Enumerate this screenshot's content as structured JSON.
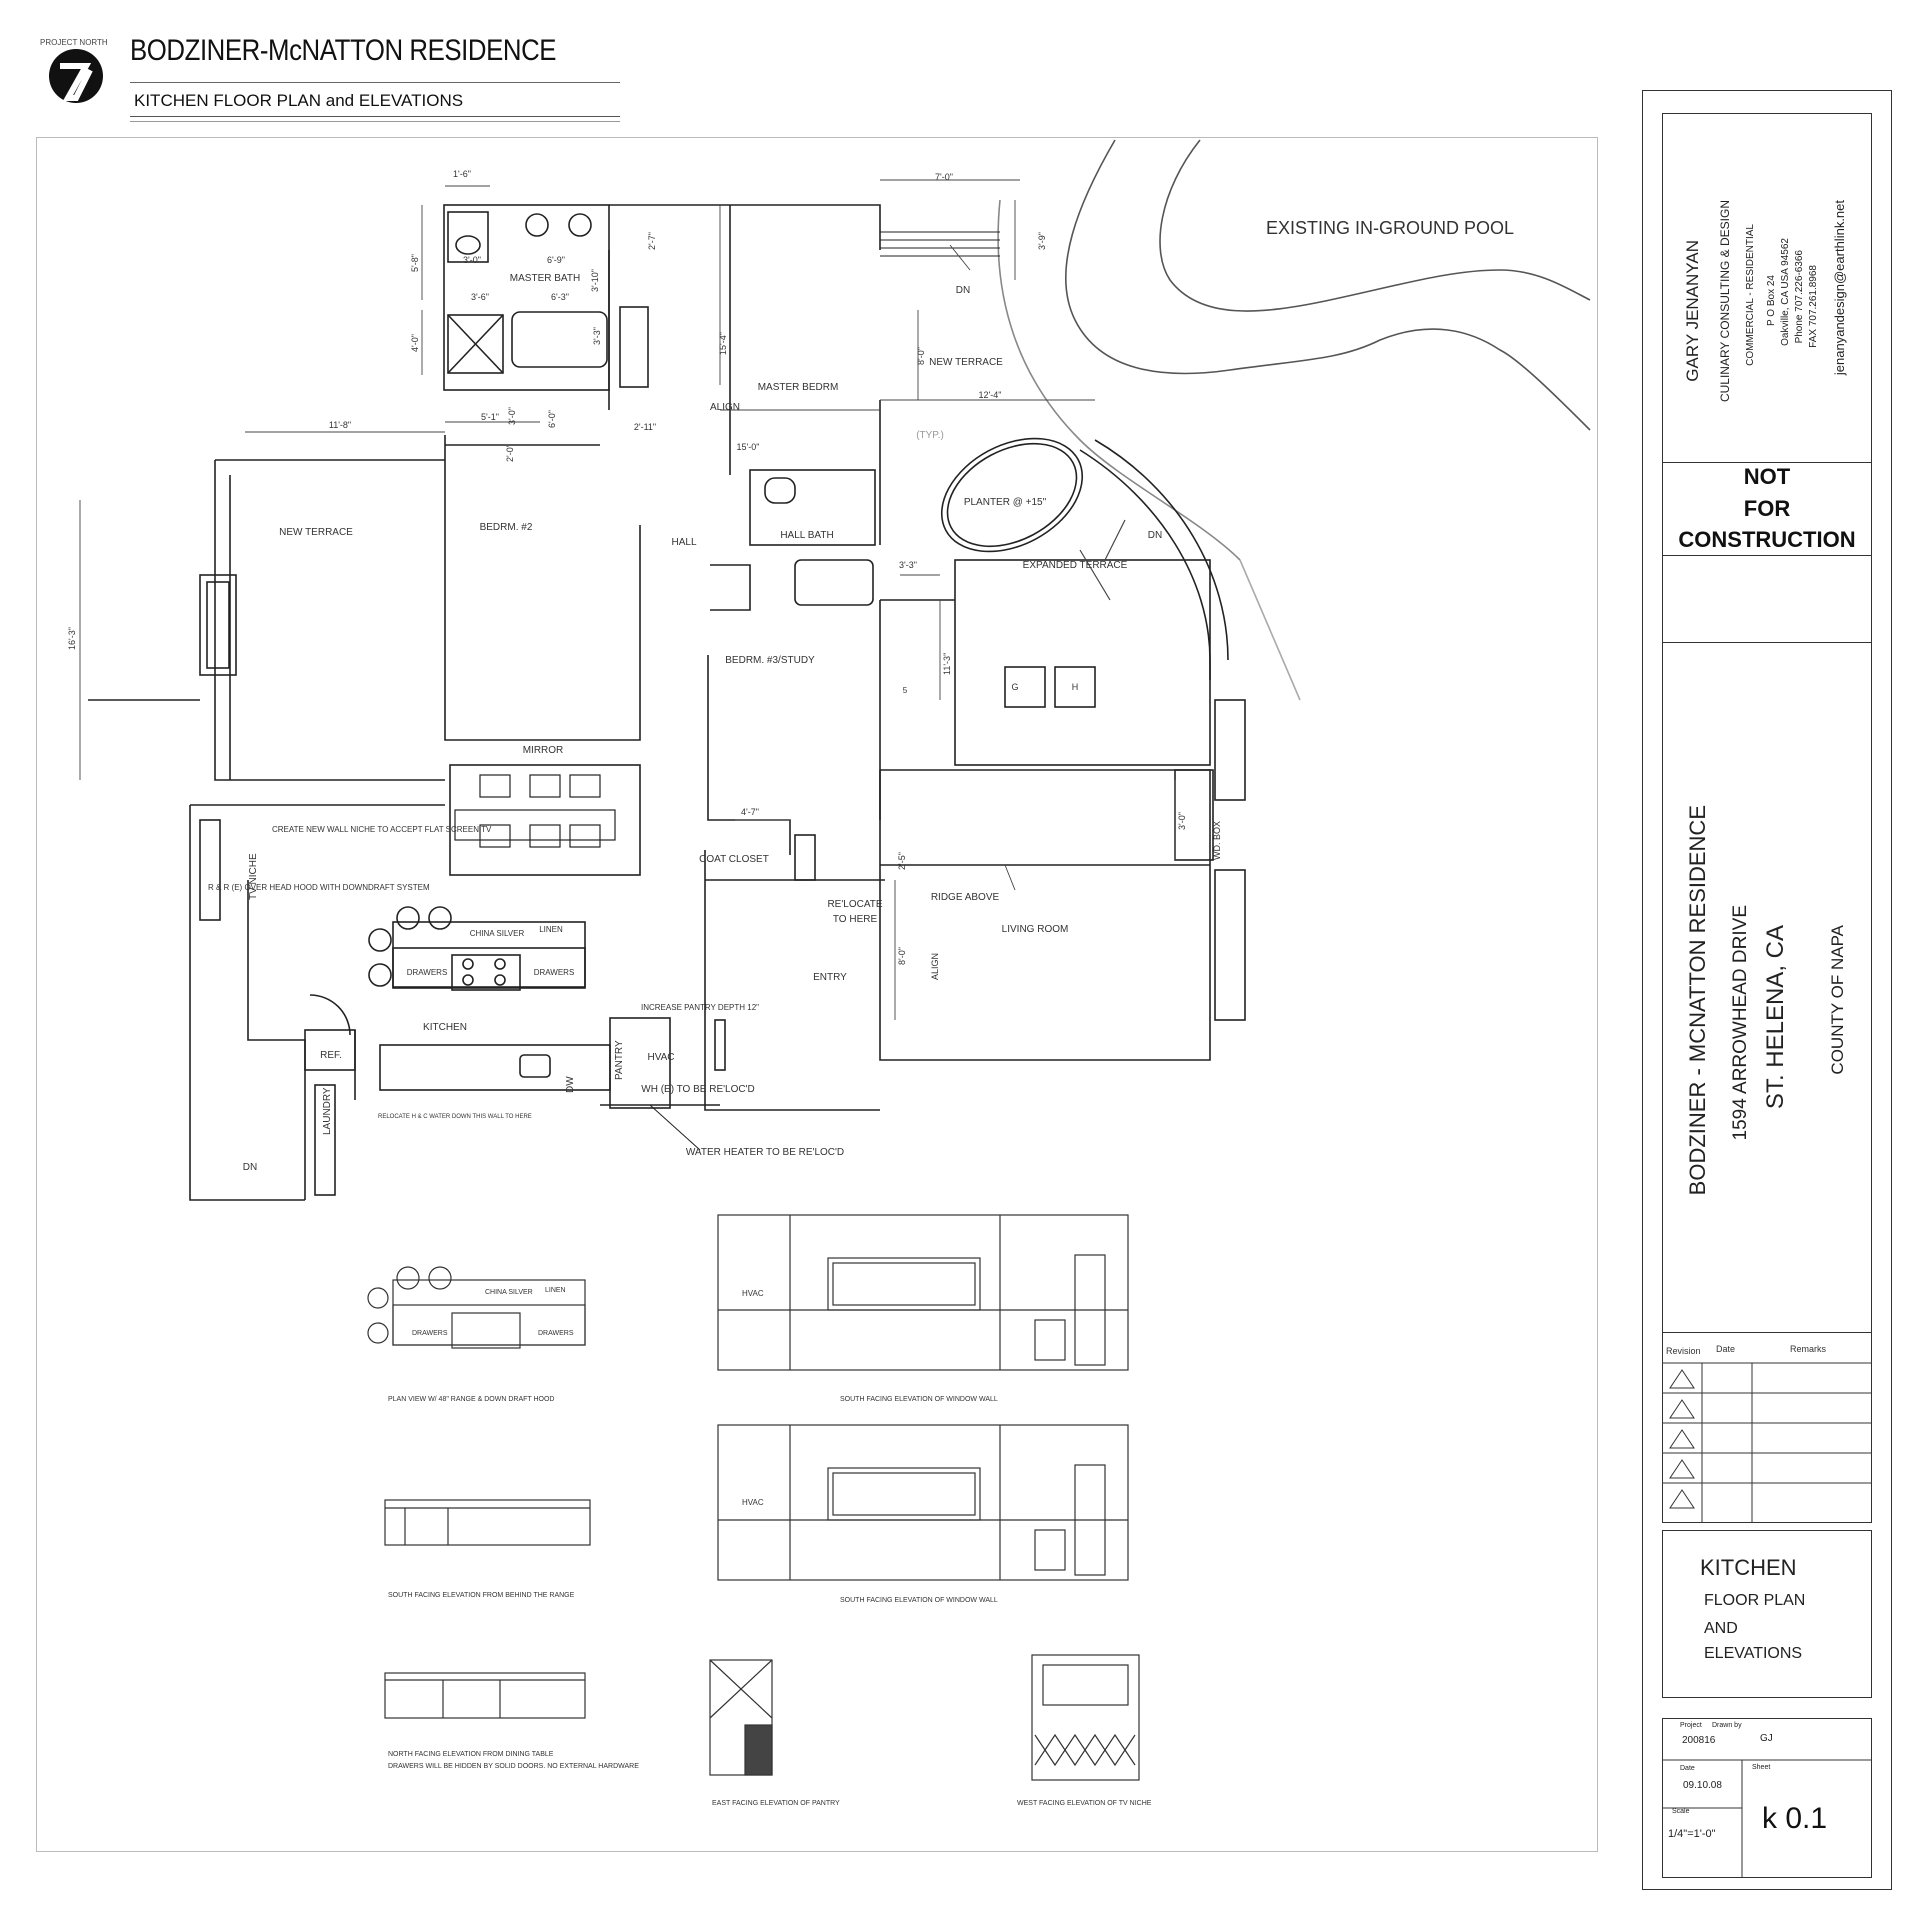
{
  "header": {
    "north_label": "PROJECT NORTH",
    "title": "BODZINER-McNATTON RESIDENCE",
    "subtitle": "KITCHEN FLOOR PLAN and ELEVATIONS"
  },
  "plan": {
    "pool": "EXISTING IN-GROUND POOL",
    "rooms": {
      "master_bath": "MASTER BATH",
      "master_bedrm": "MASTER BEDRM",
      "new_terrace_top": "NEW TERRACE",
      "new_terrace_left": "NEW TERRACE",
      "bedrm2": "BEDRM. #2",
      "hall": "HALL",
      "hall_bath": "HALL BATH",
      "planter": "PLANTER @ +15\"",
      "expanded_terrace": "EXPANDED TERRACE",
      "bedrm3": "BEDRM. #3/STUDY",
      "mirror": "MIRROR",
      "coat_closet": "COAT CLOSET",
      "relocate": "RE'LOCATE",
      "to_here": "TO HERE",
      "ridge_above": "RIDGE ABOVE",
      "living_room": "LIVING ROOM",
      "entry": "ENTRY",
      "kitchen": "KITCHEN",
      "ref": "REF.",
      "laundry": "LAUNDRY",
      "pantry": "PANTRY",
      "hvac": "HVAC",
      "dw": "DW",
      "wd_box": "WD. BOX",
      "tv_niche": "TV NICHE",
      "china_silver": "CHINA SILVER",
      "linen": "LINEN",
      "drawers_l": "DRAWERS",
      "drawers_r": "DRAWERS",
      "align1": "ALIGN",
      "align2": "ALIGN",
      "dn1": "DN",
      "dn2": "DN",
      "dn3": "DN",
      "typ": "(TYP.)",
      "g": "G",
      "h": "H",
      "five": "5"
    },
    "notes": {
      "niche": "CREATE NEW WALL NICHE TO ACCEPT FLAT SCREEN TV",
      "hood": "R & R (E) OVER HEAD HOOD WITH DOWNDRAFT SYSTEM",
      "pantry_depth": "INCREASE PANTRY DEPTH 12\"",
      "wh_reloc": "WH (E) TO BE RE'LOC'D",
      "water_heater": "WATER HEATER TO BE RE'LOC'D",
      "relocate_water": "RELOCATE H & C WATER DOWN THIS WALL TO HERE"
    },
    "dims": {
      "d1": "1'-6\"",
      "d2": "3'-0\"",
      "d3": "6'-9\"",
      "d4": "5'-8\"",
      "d5": "3'-10\"",
      "d6": "2'-7\"",
      "d7": "3'-6\"",
      "d8": "6'-3\"",
      "d9": "4'-0\"",
      "d10": "3'-3\"",
      "d11": "15'-4\"",
      "d12": "7'-0\"",
      "d13": "3'-9\"",
      "d14": "8'-0\"",
      "d15": "12'-4\"",
      "d16": "11'-8\"",
      "d17": "5'-1\"",
      "d18": "3'-0\"",
      "d19": "6'-0\"",
      "d20": "2'-11\"",
      "d21": "15'-0\"",
      "d22": "2'-0\"",
      "d23": "16'-3\"",
      "d24": "3'-3\"",
      "d25": "11'-3\"",
      "d26": "3'-0\"",
      "d27": "4'-7\"",
      "d28": "2'-5\"",
      "d29": "8'-0\""
    }
  },
  "elevations": {
    "plan_view": "PLAN VIEW W/ 48\" RANGE & DOWN DRAFT HOOD",
    "south_window_1": "SOUTH FACING ELEVATION OF WINDOW WALL",
    "south_range": "SOUTH FACING ELEVATION FROM BEHIND THE RANGE",
    "south_window_2": "SOUTH FACING ELEVATION OF WINDOW WALL",
    "north_dining": "NORTH FACING ELEVATION FROM DINING TABLE",
    "north_dining_2": "DRAWERS WILL BE HIDDEN BY SOLID DOORS. NO EXTERNAL HARDWARE",
    "east_pantry": "EAST FACING ELEVATION OF PANTRY",
    "west_tv": "WEST FACING ELEVATION OF TV NICHE",
    "hvac1": "HVAC",
    "hvac2": "HVAC",
    "china_silver": "CHINA SILVER",
    "linen": "LINEN",
    "drawers_l": "DRAWERS",
    "drawers_r": "DRAWERS"
  },
  "title_block": {
    "designer": "GARY JENANYAN",
    "designer_sub": "CULINARY CONSULTING & DESIGN",
    "designer_type": "COMMERCIAL - RESIDENTIAL",
    "po": "P O Box 24",
    "city": "Oakville, CA USA 94562",
    "phone": "Phone 707.226-6366",
    "fax": "FAX 707.261.8968",
    "email": "jenanyandesign@earthlink.net",
    "nfc1": "NOT",
    "nfc2": "FOR",
    "nfc3": "CONSTRUCTION",
    "project_name": "BODZINER - MCNATTON RESIDENCE",
    "address": "1594 ARROWHEAD DRIVE",
    "city_state": "ST. HELENA, CA",
    "county": "COUNTY OF NAPA",
    "rev_header": "Revision",
    "date_header": "Date",
    "remarks_header": "Remarks",
    "sheet_title": "KITCHEN",
    "sheet_sub1": "FLOOR PLAN",
    "sheet_sub2": "AND",
    "sheet_sub3": "ELEVATIONS",
    "project_label": "Project",
    "project_no": "200816",
    "drawn_label": "Drawn by",
    "drawn_by": "GJ",
    "date_label": "Date",
    "date": "09.10.08",
    "sheet_label": "Sheet",
    "scale_label": "Scale",
    "scale": "1/4\"=1'-0\"",
    "sheet_no": "k 0.1"
  }
}
